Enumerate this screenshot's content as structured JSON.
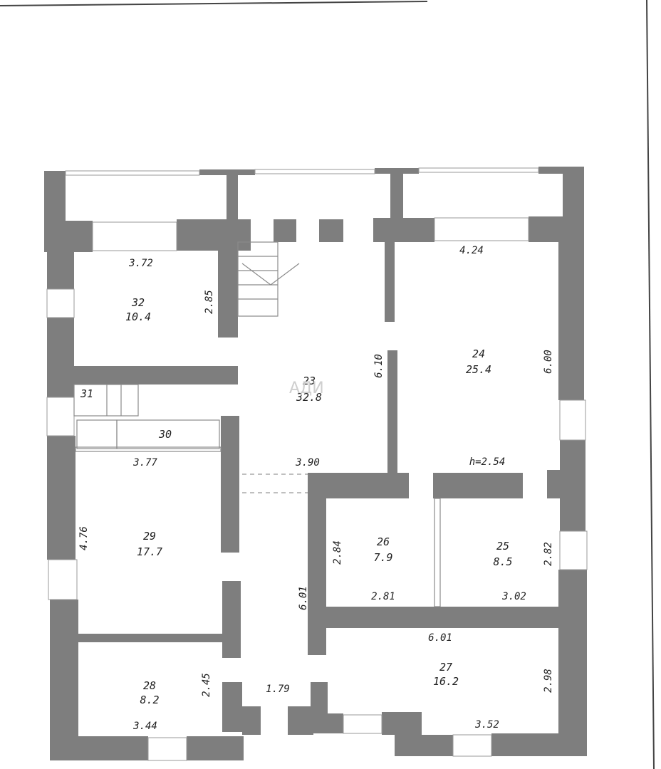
{
  "watermark": "АДИ",
  "rooms": [
    {
      "id": "room-32",
      "number": "32",
      "area": "10.4"
    },
    {
      "id": "room-23",
      "number": "23",
      "area": "32.8"
    },
    {
      "id": "room-24",
      "number": "24",
      "area": "25.4"
    },
    {
      "id": "room-31",
      "number": "31",
      "area": ""
    },
    {
      "id": "room-30",
      "number": "30",
      "area": ""
    },
    {
      "id": "room-29",
      "number": "29",
      "area": "17.7"
    },
    {
      "id": "room-26",
      "number": "26",
      "area": "7.9"
    },
    {
      "id": "room-25",
      "number": "25",
      "area": "8.5"
    },
    {
      "id": "room-27",
      "number": "27",
      "area": "16.2"
    },
    {
      "id": "room-28",
      "number": "28",
      "area": "8.2"
    }
  ],
  "dimensions": {
    "r32_width": "3.72",
    "r32_height": "2.85",
    "r24_width": "4.24",
    "r24_height": "6.00",
    "r23_height": "6.10",
    "r23_width": "3.90",
    "ceiling_height": "h=2.54",
    "r29_width": "3.77",
    "r29_height": "4.76",
    "r26_height": "2.84",
    "r26_width": "2.81",
    "r25_height": "2.82",
    "r25_width": "3.02",
    "corridor_height": "6.01",
    "r27_width_top": "6.01",
    "r27_height": "2.98",
    "r27_width": "3.52",
    "r28_height": "2.45",
    "r28_width": "3.44",
    "passage_width": "1.79"
  }
}
